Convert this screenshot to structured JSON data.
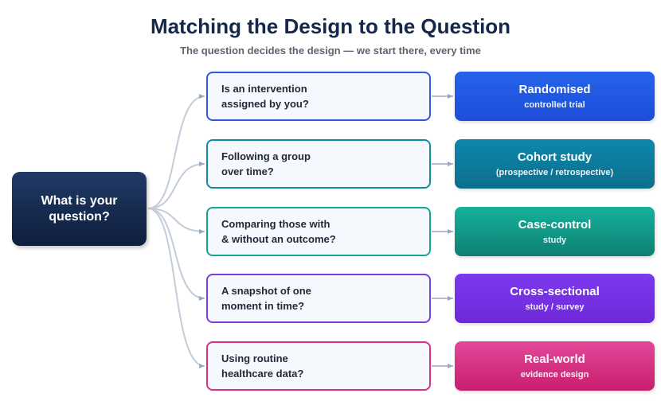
{
  "title": "Matching the Design to the Question",
  "subtitle": "The question decides the design — we start there, every time",
  "root": {
    "label": "What is your question?"
  },
  "rows": [
    {
      "question": "Is an intervention\nassigned by you?",
      "design_title": "Randomised",
      "design_sub": "controlled trial",
      "color": "#2f5bdb",
      "gradient": [
        "#2563eb",
        "#1d4ed8"
      ]
    },
    {
      "question": "Following a group\nover time?",
      "design_title": "Cohort study",
      "design_sub": "(prospective / retrospective)",
      "color": "#0e8ca8",
      "gradient": [
        "#0e87ac",
        "#0b6f8a"
      ]
    },
    {
      "question": "Comparing those with\n& without an outcome?",
      "design_title": "Case-control",
      "design_sub": "study",
      "color": "#16a594",
      "gradient": [
        "#14b29c",
        "#0f7f72"
      ]
    },
    {
      "question": "A snapshot of one\nmoment in time?",
      "design_title": "Cross-sectional",
      "design_sub": "study / survey",
      "color": "#7b3fe0",
      "gradient": [
        "#7c3aed",
        "#6d28d9"
      ]
    },
    {
      "question": "Using routine\nhealthcare data?",
      "design_title": "Real-world",
      "design_sub": "evidence design",
      "color": "#db2e8a",
      "gradient": [
        "#e4489a",
        "#c81e6d"
      ]
    }
  ]
}
